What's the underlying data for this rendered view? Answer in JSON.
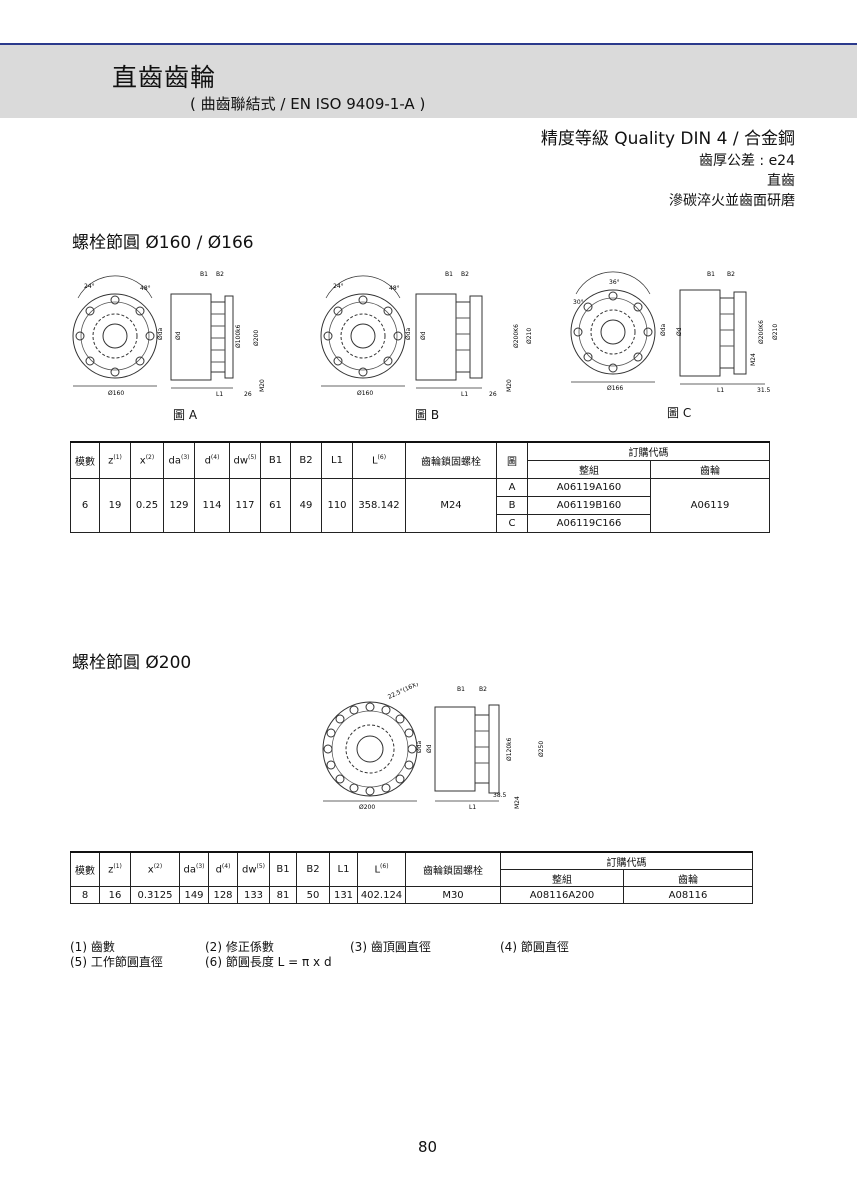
{
  "header": {
    "title": "直齒齒輪",
    "subtitle": "( 曲齒聯結式 / EN ISO 9409-1-A )"
  },
  "specs": {
    "line1": "精度等級 Quality DIN 4  / 合金鋼",
    "line2": "齒厚公差 : e24",
    "line3": "直齒",
    "line4": "滲碳淬火並齒面研磨"
  },
  "section1": {
    "title": "螺栓節圓  Ø160 / Ø166",
    "figures": [
      {
        "label": "圖 A",
        "dia": "Ø160",
        "angle1": "24°",
        "angle2": "48°",
        "d_big": "Ø200",
        "d_mid": "Ø100k6",
        "len": "26",
        "bolt": "M20"
      },
      {
        "label": "圖 B",
        "dia": "Ø160",
        "angle1": "24°",
        "angle2": "48°",
        "d_big": "Ø210",
        "d_mid": "Ø200K6",
        "len": "26",
        "bolt": "M20"
      },
      {
        "label": "圖 C",
        "dia": "Ø166",
        "angle1": "30°",
        "angle2": "36°",
        "d_big": "Ø210",
        "d_mid": "Ø200K6",
        "len": "31.5",
        "bolt": "M24"
      }
    ],
    "dim_labels": {
      "b1": "B1",
      "b2": "B2",
      "l1": "L1",
      "da": "Øda",
      "d": "Ød"
    },
    "table": {
      "headers": {
        "module": "模數",
        "z": "z",
        "x": "x",
        "da": "da",
        "d": "d",
        "dw": "dw",
        "b1": "B1",
        "b2": "B2",
        "l1": "L1",
        "l": "L",
        "bolt": "齒輪鎖固螺栓",
        "fig": "圖",
        "order_code": "訂購代碼",
        "assembly": "整組",
        "gear": "齒輪"
      },
      "sups": {
        "z": "(1)",
        "x": "(2)",
        "da": "(3)",
        "d": "(4)",
        "dw": "(5)",
        "l": "(6)"
      },
      "row": {
        "module": "6",
        "z": "19",
        "x": "0.25",
        "da": "129",
        "d": "114",
        "dw": "117",
        "b1": "61",
        "b2": "49",
        "l1": "110",
        "l": "358.142",
        "bolt": "M24",
        "gear": "A06119"
      },
      "variants": [
        {
          "fig": "A",
          "assembly": "A06119A160"
        },
        {
          "fig": "B",
          "assembly": "A06119B160"
        },
        {
          "fig": "C",
          "assembly": "A06119C166"
        }
      ]
    }
  },
  "section2": {
    "title": "螺栓節圓  Ø200",
    "figure": {
      "dia": "Ø200",
      "angle": "22.5°(16X)",
      "d_big": "Ø250",
      "d_mid": "Ø120k6",
      "len": "38.5",
      "bolt": "M24"
    },
    "table": {
      "row": {
        "module": "8",
        "z": "16",
        "x": "0.3125",
        "da": "149",
        "d": "128",
        "dw": "133",
        "b1": "81",
        "b2": "50",
        "l1": "131",
        "l": "402.124",
        "bolt": "M30",
        "assembly": "A08116A200",
        "gear": "A08116"
      }
    }
  },
  "notes": {
    "n1": "(1) 齒數",
    "n2": "(2) 修正係數",
    "n3": "(3) 齒頂圓直徑",
    "n4": "(4) 節圓直徑",
    "n5": "(5) 工作節圓直徑",
    "n6": "(6) 節圓長度 L = π x d"
  },
  "page_number": "80"
}
